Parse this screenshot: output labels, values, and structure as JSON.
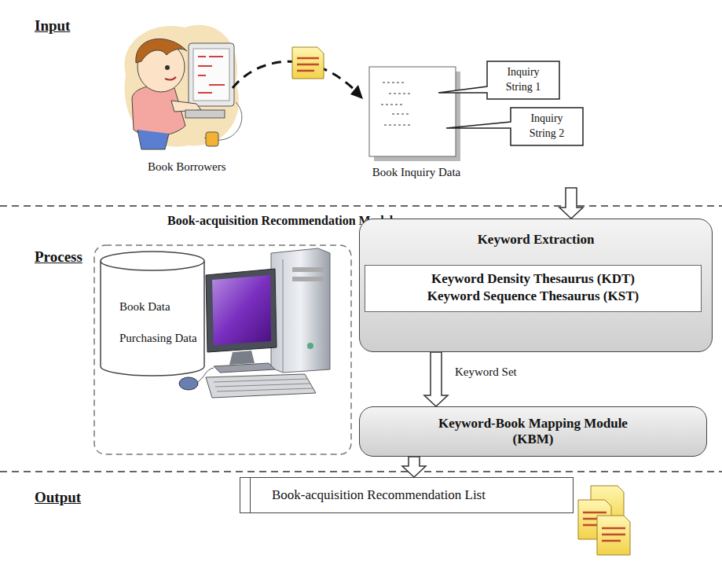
{
  "diagram": {
    "nodes": [
      {
        "text": [
          "Book Inquiry Data"
        ]
      },
      {
        "text": [
          "Inquiry String 1"
        ]
      },
      {
        "text": [
          "Inquiry String 2"
        ]
      },
      {
        "text": [
          "Book Data",
          "Purchasing Data"
        ]
      },
      {
        "text": [
          "Keyword Extraction"
        ]
      },
      {
        "text": [
          "Keyword Density Thesaurus (KDT)",
          "Keyword Sequence Thesaurus (KST)"
        ],
        "in": 4
      },
      {
        "text": [
          "Keyword-Book Mapping Module (KBM)"
        ]
      },
      {
        "text": [
          "Book-acquisition Recommendation List"
        ]
      }
    ],
    "edges": [
      {
        "from": 0,
        "to": 4,
        "arrow": "to"
      },
      {
        "from": 4,
        "to": 6,
        "label": "Keyword Set",
        "arrow": "to"
      },
      {
        "from": 6,
        "to": 7,
        "arrow": "to"
      }
    ],
    "labels": [
      "Input",
      "Book Borrowers",
      "Process",
      "Book-acquisition Recommendation Model",
      "Output"
    ]
  }
}
